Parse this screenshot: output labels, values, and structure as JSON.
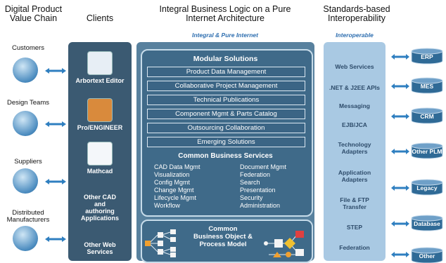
{
  "headers": {
    "value_chain": [
      "Digital Product",
      "Value Chain"
    ],
    "clients": "Clients",
    "logic": [
      "Integral Business Logic on a Pure",
      "Internet Architecture"
    ],
    "logic_sub": "Integral & Pure Internet",
    "standards": [
      "Standards-based",
      "Interoperability"
    ],
    "standards_sub": "Interoperable"
  },
  "value_chain": [
    {
      "label": [
        "Customers"
      ],
      "icon": "customer-icon"
    },
    {
      "label": [
        "Design Teams"
      ],
      "icon": "design-team-icon"
    },
    {
      "label": [
        "Suppliers"
      ],
      "icon": "supplier-icon"
    },
    {
      "label": [
        "Distributed",
        "Manufacturers"
      ],
      "icon": "manufacturer-icon"
    }
  ],
  "clients": [
    {
      "label": [
        "Arbortext Editor"
      ],
      "icon": "arbortext-icon"
    },
    {
      "label": [
        "Pro/ENGINEER"
      ],
      "icon": "proengineer-icon"
    },
    {
      "label": [
        "Mathcad"
      ],
      "icon": "mathcad-icon"
    },
    {
      "label": [
        "Other CAD",
        "and",
        "authoring",
        "Applications"
      ]
    },
    {
      "label": [
        "Other Web",
        "Services"
      ]
    }
  ],
  "modular": {
    "title": "Modular Solutions",
    "items": [
      "Product Data Management",
      "Collaborative Project Management",
      "Technical Publications",
      "Component Mgmt & Parts Catalog",
      "Outsourcing Collaboration",
      "Emerging Solutions"
    ]
  },
  "common_services": {
    "title": "Common Business Services",
    "left": [
      "CAD Data Mgmt",
      "Visualization",
      "Config Mgmt",
      "Change Mgmt",
      "Lifecycle Mgmt",
      "Workflow"
    ],
    "right": [
      "Document Mgmt",
      "Federation",
      "Search",
      "Presentation",
      "Security",
      "Administration"
    ]
  },
  "business_object": {
    "title": [
      "Common",
      "Business Object &",
      "Process Model"
    ]
  },
  "standards": [
    [
      "Web Services"
    ],
    [
      ".NET & J2EE APIs"
    ],
    [
      "Messaging"
    ],
    [
      "EJB/JCA"
    ],
    [
      "Technology",
      "Adapters"
    ],
    [
      "Application",
      "Adapters"
    ],
    [
      "File & FTP",
      "Transfer"
    ],
    [
      "STEP"
    ],
    [
      "Federation"
    ]
  ],
  "databases": [
    "ERP",
    "MES",
    "CRM",
    "Other PLM",
    "Legacy",
    "Database",
    "Other"
  ],
  "colors": {
    "clients_panel": "#3b5a72",
    "logic_panel": "#58819e",
    "standards_panel": "#a9c9e3",
    "arrow": "#2f7fc0"
  }
}
